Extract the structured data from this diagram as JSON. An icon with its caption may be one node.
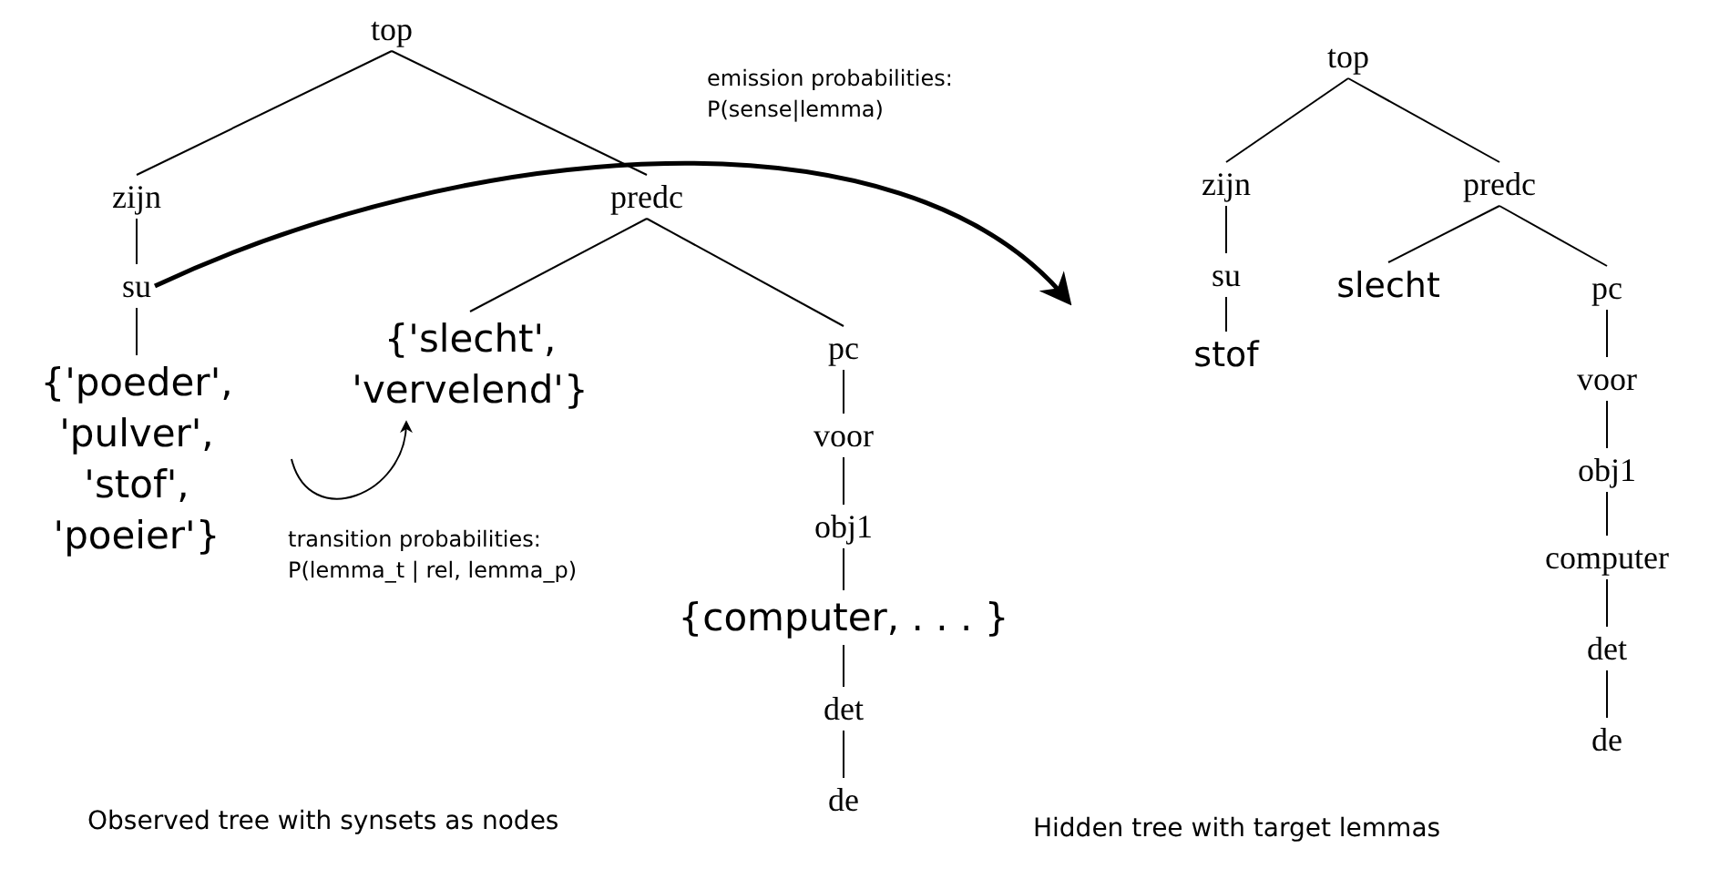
{
  "diagram": {
    "nodes": [
      {
        "text": [
          "top"
        ]
      },
      {
        "text": [
          "zijn"
        ]
      },
      {
        "text": [
          "predc"
        ]
      },
      {
        "text": [
          "su"
        ]
      },
      {
        "text": [
          "{'poeder', 'pulver', 'stof', 'poeier'}"
        ]
      },
      {
        "text": [
          "{'slecht', 'vervelend'}"
        ]
      },
      {
        "text": [
          "pc"
        ]
      },
      {
        "text": [
          "voor"
        ]
      },
      {
        "text": [
          "obj1"
        ]
      },
      {
        "text": [
          "{computer, . . . }"
        ]
      },
      {
        "text": [
          "det"
        ]
      },
      {
        "text": [
          "de"
        ]
      },
      {
        "text": [
          "top"
        ]
      },
      {
        "text": [
          "zijn"
        ]
      },
      {
        "text": [
          "predc"
        ]
      },
      {
        "text": [
          "su"
        ]
      },
      {
        "text": [
          "stof"
        ]
      },
      {
        "text": [
          "slecht"
        ]
      },
      {
        "text": [
          "pc"
        ]
      },
      {
        "text": [
          "voor"
        ]
      },
      {
        "text": [
          "obj1"
        ]
      },
      {
        "text": [
          "computer"
        ]
      },
      {
        "text": [
          "det"
        ]
      },
      {
        "text": [
          "de"
        ]
      }
    ],
    "edges": [
      {
        "from": 0,
        "to": 1,
        "arrow": "none"
      },
      {
        "from": 0,
        "to": 2,
        "arrow": "none"
      },
      {
        "from": 1,
        "to": 3,
        "arrow": "none"
      },
      {
        "from": 3,
        "to": 4,
        "arrow": "none"
      },
      {
        "from": 2,
        "to": 5,
        "arrow": "none"
      },
      {
        "from": 2,
        "to": 6,
        "arrow": "none"
      },
      {
        "from": 6,
        "to": 7,
        "arrow": "none"
      },
      {
        "from": 7,
        "to": 8,
        "arrow": "none"
      },
      {
        "from": 8,
        "to": 9,
        "arrow": "none"
      },
      {
        "from": 9,
        "to": 10,
        "arrow": "none"
      },
      {
        "from": 10,
        "to": 11,
        "arrow": "none"
      },
      {
        "from": 12,
        "to": 13,
        "arrow": "none"
      },
      {
        "from": 12,
        "to": 14,
        "arrow": "none"
      },
      {
        "from": 13,
        "to": 15,
        "arrow": "none"
      },
      {
        "from": 15,
        "to": 16,
        "arrow": "none"
      },
      {
        "from": 14,
        "to": 17,
        "arrow": "none"
      },
      {
        "from": 14,
        "to": 18,
        "arrow": "none"
      },
      {
        "from": 18,
        "to": 19,
        "arrow": "none"
      },
      {
        "from": 19,
        "to": 20,
        "arrow": "none"
      },
      {
        "from": 20,
        "to": 21,
        "arrow": "none"
      },
      {
        "from": 21,
        "to": 22,
        "arrow": "none"
      },
      {
        "from": 22,
        "to": 23,
        "arrow": "none"
      },
      {
        "from": 3,
        "to": null,
        "arrow": "to",
        "style": "thick"
      },
      {
        "from": 4,
        "to": 5,
        "arrow": "to"
      }
    ],
    "labels": [
      "emission probabilities: P(sense|lemma)",
      "transition probabilities: P(lemma_t | rel, lemma_p)",
      "Observed tree with synsets as nodes",
      "Hidden tree with target lemmas"
    ]
  }
}
